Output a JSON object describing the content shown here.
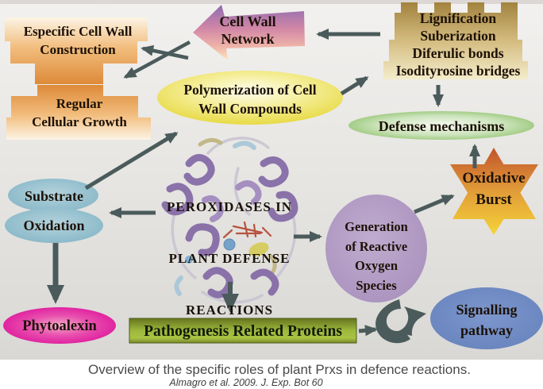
{
  "diagram": {
    "center_title": {
      "line1": "PEROXIDASES IN",
      "line2": "PLANT DEFENSE",
      "line3": "REACTIONS"
    },
    "nodes": {
      "especific": "Especific Cell Wall\nConstruction",
      "regular": "Regular\nCellular Growth",
      "cell_wall_network": "Cell Wall\nNetwork",
      "polymerization": "Polymerization of Cell\nWall Compounds",
      "lignification_group": "Lignification\nSuberization\nDiferulic bonds\nIsodityrosine bridges",
      "defense_mechanisms": "Defense mechanisms",
      "oxidative_burst": "Oxidative\nBurst",
      "generation_ros": "Generation\nof Reactive\nOxygen\nSpecies",
      "signalling_pathway": "Signalling\npathway",
      "substrate": "Substrate",
      "oxidation": "Oxidation",
      "phytoalexin": "Phytoalexin",
      "pathogenesis": "Pathogenesis Related Proteins"
    },
    "colors": {
      "background": "#e6e5e2",
      "arrow": "#4b5b5b",
      "orange_block": "#dd8a38",
      "cell_wall_purple": "#8e6cb0",
      "cell_wall_pink": "#d186a6",
      "polymerization_yellow": "#e6d83c",
      "castle_gold": "#a2823e",
      "defense_green": "#86bd5e",
      "burst_orange": "#c2532c",
      "burst_yellow": "#f6d438",
      "ros_purple": "#a890bd",
      "signalling_blue": "#647fba",
      "substrate_teal": "#78adc0",
      "phytoalexin_magenta": "#dc0d99",
      "pathogenesis_olive": "#9db93c",
      "text": "#1c1106"
    }
  },
  "caption": {
    "line1": "Overview of the specific roles of plant Prxs in defence reactions.",
    "line2": "Almagro et al. 2009. J. Exp. Bot 60"
  }
}
